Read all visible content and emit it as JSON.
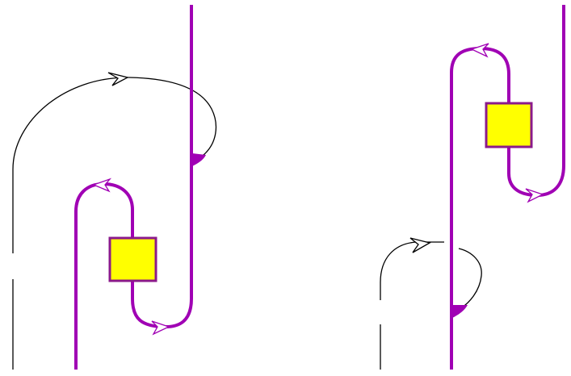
{
  "diagram": {
    "type": "string-diagram",
    "colors": {
      "strand": "#a000b4",
      "thin_strand": "#000000",
      "box_fill": "#ffff00",
      "box_stroke": "#8b1a8b",
      "background": "#ffffff"
    },
    "panels": [
      {
        "name": "left",
        "boxes": 1,
        "arrows": 3,
        "wedges": 1
      },
      {
        "name": "right",
        "boxes": 1,
        "arrows": 3,
        "wedges": 1
      }
    ]
  }
}
